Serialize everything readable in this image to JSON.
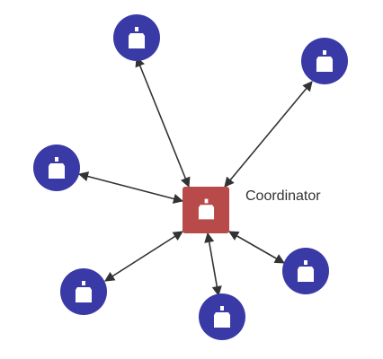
{
  "diagram": {
    "coordinator": {
      "label": "Coordinator",
      "color": "#b94a4a",
      "icon": "bottle-icon"
    },
    "agents": [
      {
        "id": "agent-top",
        "icon": "bottle-icon"
      },
      {
        "id": "agent-top-right",
        "icon": "bottle-icon"
      },
      {
        "id": "agent-left",
        "icon": "bottle-icon"
      },
      {
        "id": "agent-bottom-left",
        "icon": "bottle-icon"
      },
      {
        "id": "agent-bottom",
        "icon": "bottle-icon"
      },
      {
        "id": "agent-bottom-right",
        "icon": "bottle-icon"
      }
    ],
    "agent_color": "#3a3aa6",
    "edge_color": "#333333",
    "edges": "bidirectional"
  }
}
